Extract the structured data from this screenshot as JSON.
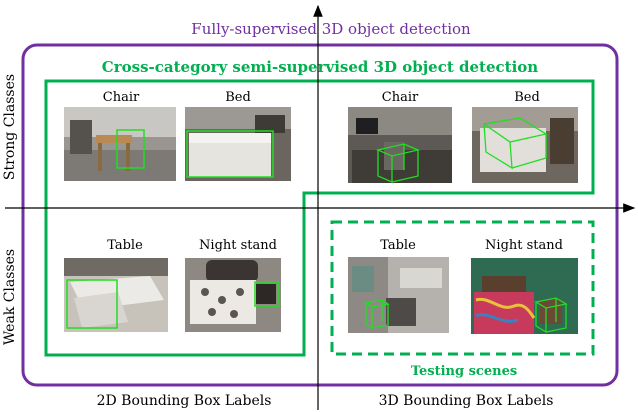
{
  "title_outer": "Fully-supervised 3D object detection",
  "title_inner": "Cross-category semi-supervised 3D object detection",
  "y_axis": {
    "top": "Strong Classes",
    "bottom": "Weak Classes"
  },
  "x_axis": {
    "left": "2D Bounding Box Labels",
    "right": "3D Bounding Box Labels"
  },
  "testing_label": "Testing scenes",
  "colors": {
    "outer_box": "#7030a0",
    "inner_region": "#00b050",
    "axis": "#000000"
  },
  "quadrants": {
    "top_left": [
      {
        "label": "Chair",
        "icon": "scene-photo-chair-2d-box"
      },
      {
        "label": "Bed",
        "icon": "scene-photo-bed-2d-box"
      }
    ],
    "top_right": [
      {
        "label": "Chair",
        "icon": "scene-photo-chair-3d-box"
      },
      {
        "label": "Bed",
        "icon": "scene-photo-bed-3d-box"
      }
    ],
    "bottom_left": [
      {
        "label": "Table",
        "icon": "scene-photo-table-2d-box"
      },
      {
        "label": "Night stand",
        "icon": "scene-photo-nightstand-2d-box"
      }
    ],
    "bottom_right": [
      {
        "label": "Table",
        "icon": "scene-photo-table-3d-box"
      },
      {
        "label": "Night stand",
        "icon": "scene-photo-nightstand-3d-box"
      }
    ]
  }
}
